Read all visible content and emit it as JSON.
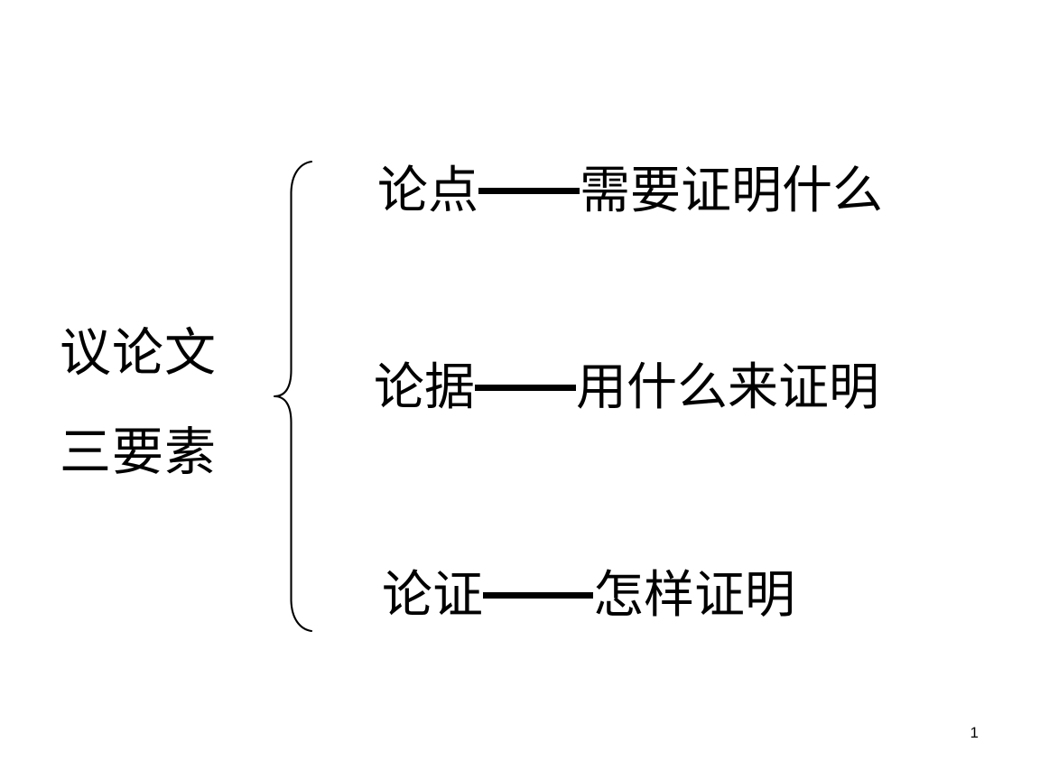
{
  "slide": {
    "background_color": "#ffffff",
    "text_color": "#000000",
    "page_number": "1",
    "left_label": {
      "line1": "议论文",
      "line2": "三要素"
    },
    "brace": {
      "icon": "left-curly-brace",
      "orientation": "opens-right",
      "color": "#000000"
    },
    "items": [
      {
        "term": "论点",
        "separator": "——",
        "description": "需要证明什么",
        "full_text": "论点——需要证明什么"
      },
      {
        "term": "论据",
        "separator": "——",
        "description": "用什么来证明",
        "full_text": "论据——用什么来证明"
      },
      {
        "term": "论证",
        "separator": "——",
        "description": "怎样证明",
        "full_text": "论证——怎样证明"
      }
    ]
  }
}
